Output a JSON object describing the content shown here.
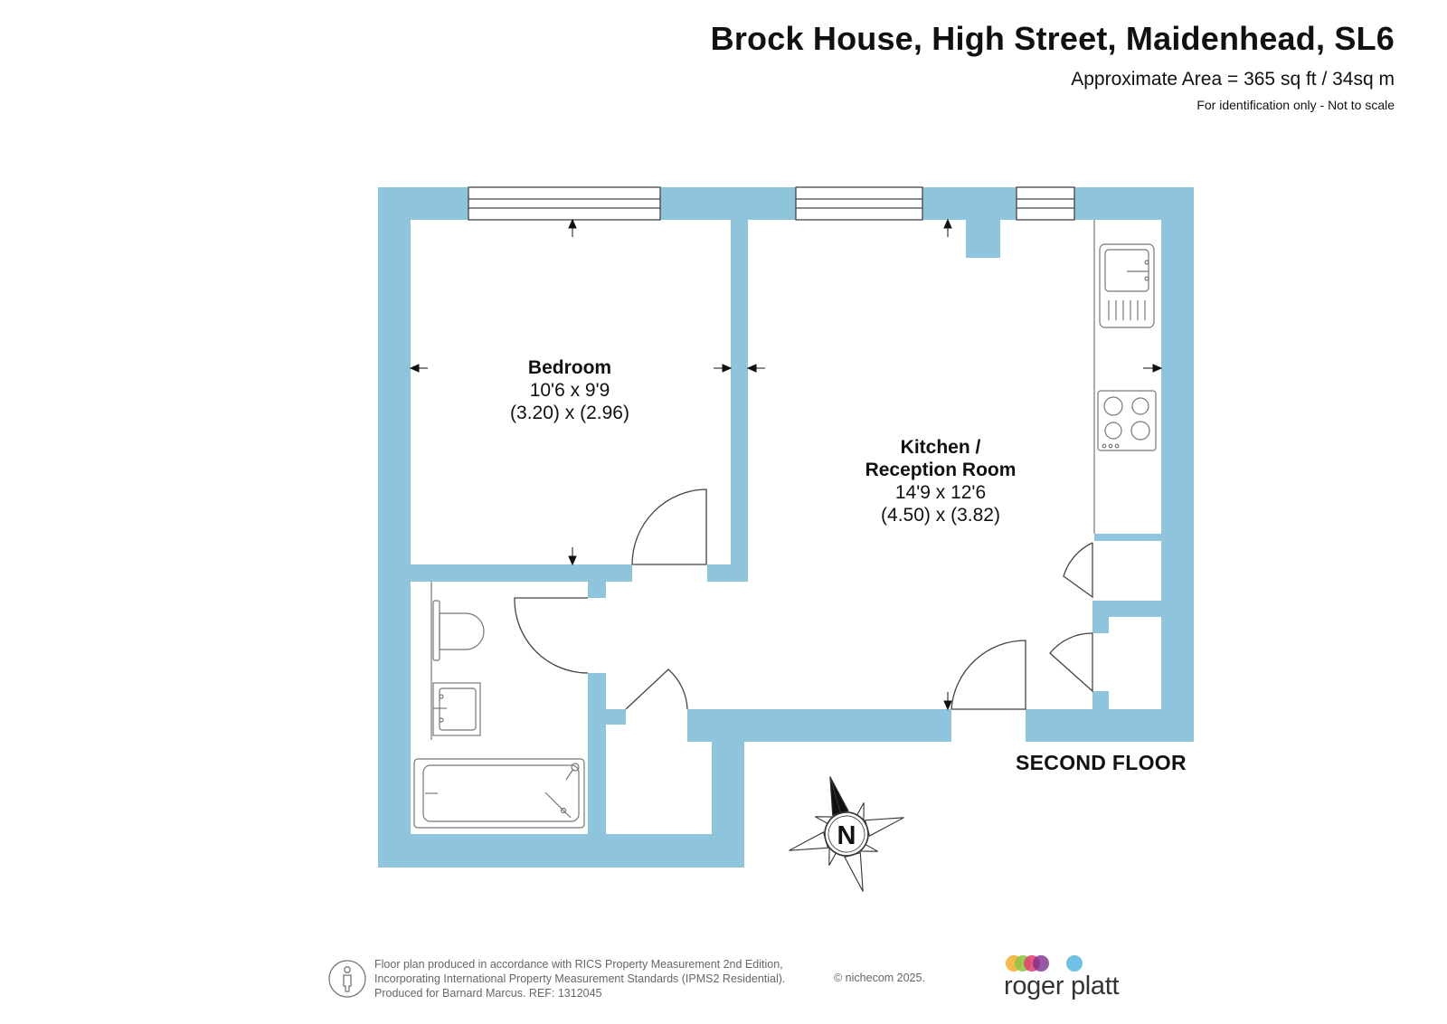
{
  "header": {
    "title": "Brock House, High Street, Maidenhead, SL6",
    "area": "Approximate Area = 365 sq ft / 34sq m",
    "note": "For identification only - Not to scale"
  },
  "rooms": {
    "bedroom": {
      "name": "Bedroom",
      "imperial": "10'6 x 9'9",
      "metric": "(3.20) x (2.96)"
    },
    "kitchen": {
      "name_line1": "Kitchen /",
      "name_line2": "Reception Room",
      "imperial": "14'9 x 12'6",
      "metric": "(4.50) x (3.82)"
    }
  },
  "floor_label": "SECOND FLOOR",
  "compass": {
    "letter": "N",
    "icon": "compass-rose-icon"
  },
  "footer": {
    "line1": "Floor plan produced in accordance with RICS Property Measurement 2nd Edition,",
    "line2": "Incorporating International Property Measurement Standards (IPMS2 Residential).",
    "line3": "Produced for Barnard Marcus.   REF:  1312045",
    "copyright": "© nichecom 2025.",
    "info_icon": "person-info-icon"
  },
  "brand": {
    "name": "roger platt",
    "dot_colors": [
      "#f5b13d",
      "#8cc540",
      "#e63c6e",
      "#7a2f8f",
      "#6ec1e4"
    ]
  },
  "colors": {
    "wall": "#8ec4dc",
    "line": "#444444",
    "fixture": "#777777"
  }
}
